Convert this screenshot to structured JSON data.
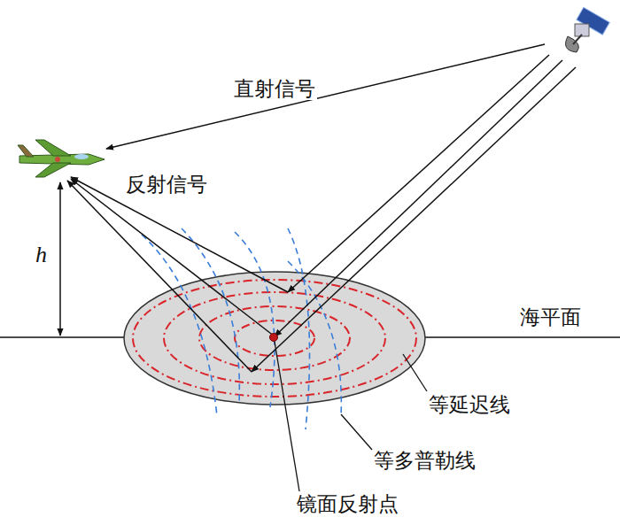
{
  "diagram": {
    "labels": [
      "直射信号",
      "反射信号",
      "h",
      "海平面",
      "等延迟线",
      "等多普勒线",
      "镜面反射点"
    ]
  }
}
